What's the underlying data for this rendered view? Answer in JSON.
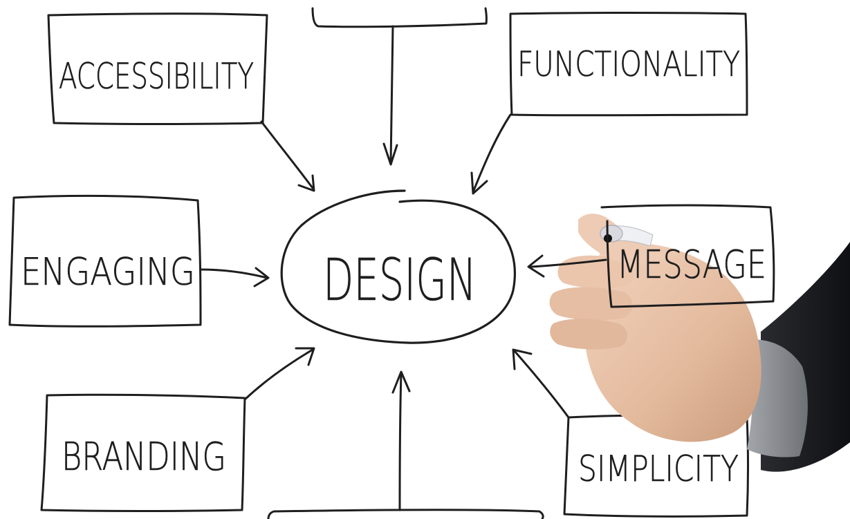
{
  "diagram": {
    "center": {
      "label": "DESIGN"
    },
    "nodes": [
      {
        "id": "accessibility",
        "label": "ACCESSIBILITY"
      },
      {
        "id": "functionality",
        "label": "FUNCTIONALITY"
      },
      {
        "id": "engaging",
        "label": "ENGAGING"
      },
      {
        "id": "message",
        "label": "MESSAGE"
      },
      {
        "id": "branding",
        "label": "BRANDING"
      },
      {
        "id": "simplicity",
        "label": "SIMPLICITY"
      },
      {
        "id": "top-partial",
        "label": ""
      },
      {
        "id": "bottom-partial",
        "label": ""
      }
    ]
  },
  "colors": {
    "background": "#ffffff",
    "ink": "#1e1e1e",
    "skin": "#e8c3a8",
    "sleeve_shirt": "#8a8d92",
    "suit": "#1b1c20",
    "marker_cap": "#d9d9df"
  }
}
